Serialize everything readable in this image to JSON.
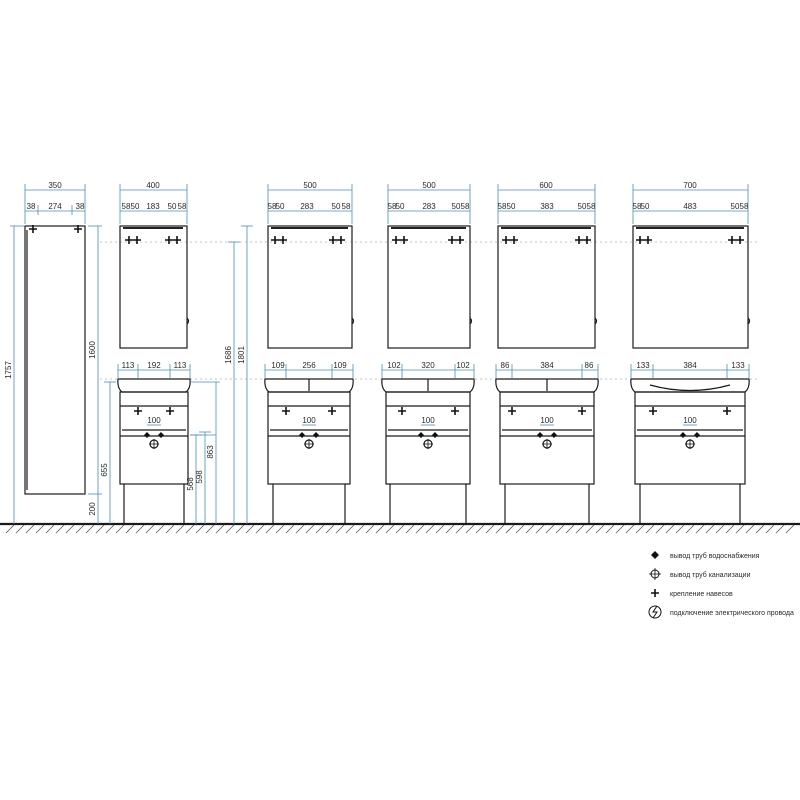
{
  "tall_cabinet": {
    "width_total": "350",
    "w_left": "38",
    "w_mid": "274",
    "w_right": "38",
    "height": "1757",
    "h_upper": "1600",
    "h_floor": "200"
  },
  "mirrors": [
    {
      "total": "400",
      "d1": "58",
      "d2": "50",
      "mid": "183",
      "d3": "50",
      "d4": "58"
    },
    {
      "total": "500",
      "d1": "58",
      "d2": "50",
      "mid": "283",
      "d3": "50",
      "d4": "58"
    },
    {
      "total": "500",
      "d1": "58",
      "d2": "50",
      "mid": "283",
      "d3": "50",
      "d4": "58"
    },
    {
      "total": "600",
      "d1": "58",
      "d2": "50",
      "mid": "383",
      "d3": "50",
      "d4": "58"
    },
    {
      "total": "700",
      "d1": "58",
      "d2": "50",
      "mid": "483",
      "d3": "50",
      "d4": "58"
    }
  ],
  "vanities": [
    {
      "left": "113",
      "mid": "192",
      "right": "113",
      "pipe": "100"
    },
    {
      "left": "109",
      "mid": "256",
      "right": "109",
      "pipe": "100"
    },
    {
      "left": "102",
      "mid": "320",
      "right": "102",
      "pipe": "100"
    },
    {
      "left": "86",
      "mid": "384",
      "right": "86",
      "pipe": "100"
    },
    {
      "left": "133",
      "mid": "384",
      "right": "133",
      "pipe": "100"
    }
  ],
  "heights": {
    "h655": "655",
    "h568": "568",
    "h598": "598",
    "h863": "863",
    "h1686": "1686",
    "h1801": "1801"
  },
  "legend": {
    "water": "вывод труб водоснабжения",
    "sewer": "вывод труб канализации",
    "mount": "крепление навесов",
    "electric": "подключение электрического провода"
  }
}
